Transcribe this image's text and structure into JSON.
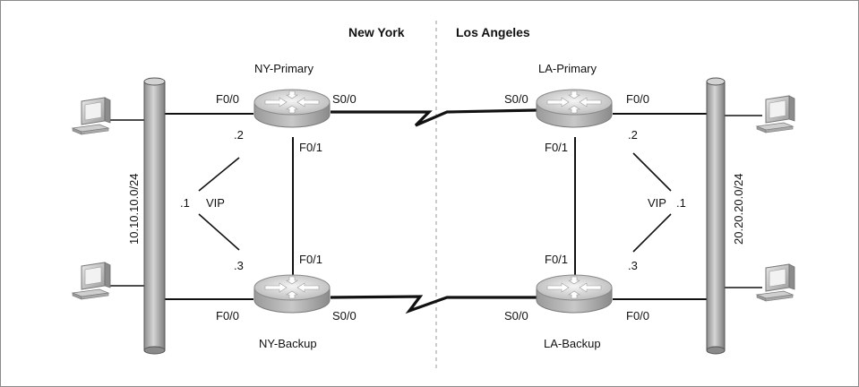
{
  "sites": {
    "left": "New York",
    "right": "Los Angeles"
  },
  "networks": {
    "left": "10.10.10.0/24",
    "right": "20.20.20.0/24"
  },
  "routers": {
    "ny_primary": "NY-Primary",
    "ny_backup": "NY-Backup",
    "la_primary": "LA-Primary",
    "la_backup": "LA-Backup"
  },
  "interfaces": {
    "f00": "F0/0",
    "f01": "F0/1",
    "s00": "S0/0"
  },
  "addresses": {
    "primary": ".2",
    "backup": ".3",
    "vip": ".1",
    "vip_label": "VIP"
  }
}
